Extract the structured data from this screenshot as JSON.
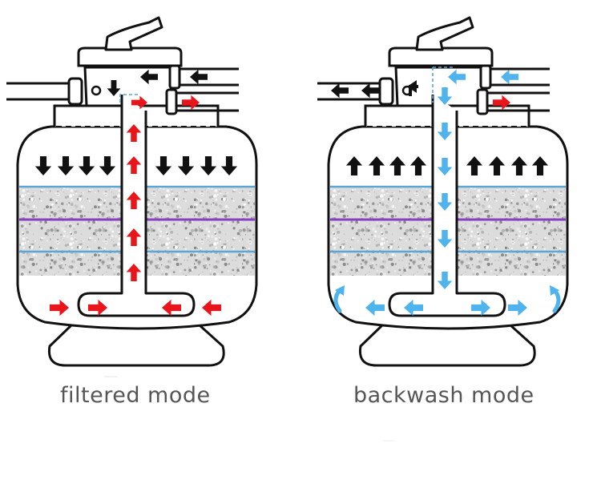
{
  "panels": [
    {
      "id": "filtered",
      "caption": "filtered mode",
      "flow_color": "#e8151b",
      "bed_direction": "down",
      "aux_color": "#e8151b"
    },
    {
      "id": "backwash",
      "caption": "backwash mode",
      "flow_color": "#4fb3ee",
      "bed_direction": "up",
      "aux_color": "#e8151b"
    }
  ],
  "colors": {
    "outline": "#111111",
    "black_arrow": "#111111",
    "layer_blue": "#5aa6d6",
    "layer_purple": "#8a3fc0",
    "gravel_base": "#dcdcdc"
  }
}
